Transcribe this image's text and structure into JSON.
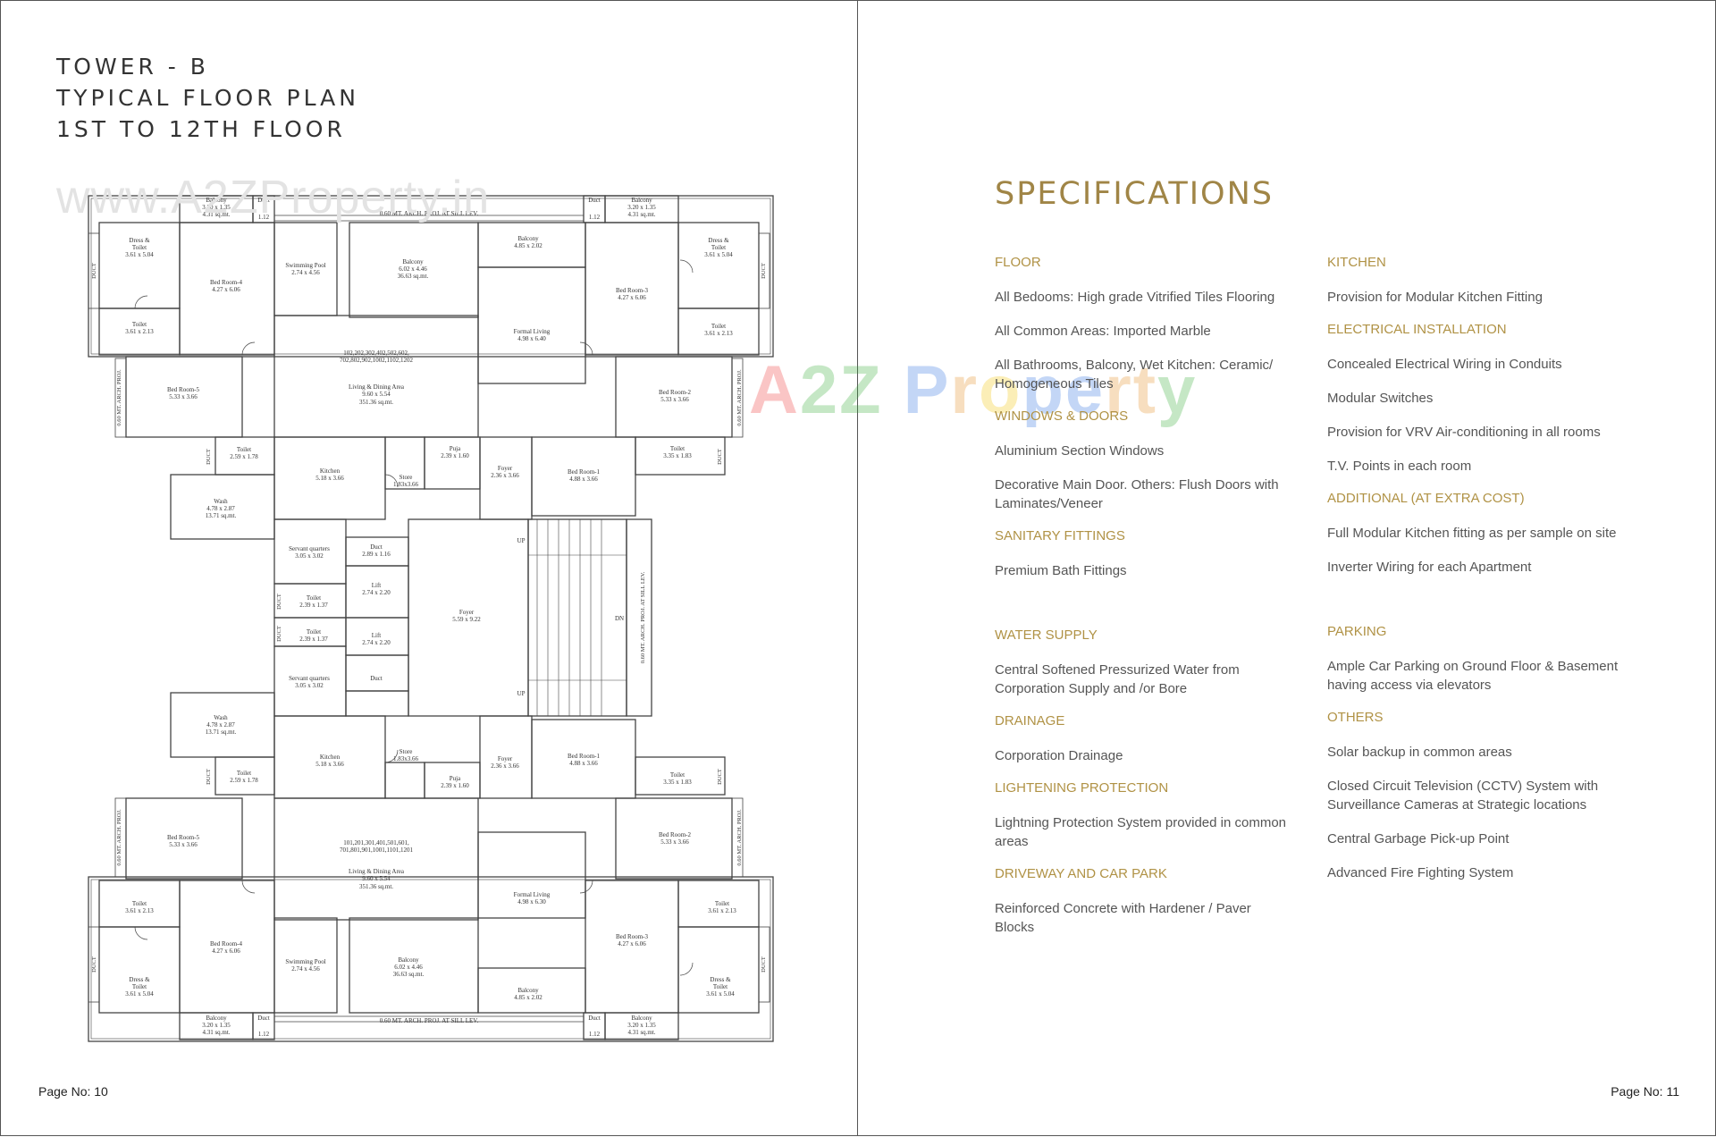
{
  "left_page": {
    "title_lines": [
      "TOWER - B",
      "TYPICAL FLOOR PLAN",
      "1ST TO 12TH FLOOR"
    ],
    "watermark": "www.A2ZProperty.in",
    "page_no": "Page No: 10",
    "plan": {
      "top_proj": "0.60 MT. ARCH. PROJ. AT SILL LEV.",
      "bottom_proj": "0.60 MT. ARCH. PROJ. AT SILL LEV.",
      "left_proj": "0.60 MT. ARCH. PROJ.",
      "right_proj": "0.60 MT. ARCH. PROJ.",
      "stair_proj": "0.60 MT. ARCH. PROJ. AT SILL LEV.",
      "flat_top_nos": "102,202,302,402,502,602,",
      "flat_top_nos2": "702,802,902,1002,1102,1202",
      "flat_bottom_nos": "101,201,301,401,501,601,",
      "flat_bottom_nos2": "701,801,901,1001,1101,1201",
      "living": "Living & Dining Area",
      "living_size": "9.60 x 5.54",
      "living_area": "351.36 sq.mt.",
      "balcony_top": "Balcony",
      "balcony_size": "3.20 x 1.35",
      "balcony_area": "4.31 sq.mt.",
      "balcony_big": "Balcony",
      "balcony_big_size": "6.02 x 4.46",
      "balcony_big_area": "36.63 sq.mt.",
      "balcony_mid": "Balcony",
      "balcony_mid_size": "4.85 x 2.02",
      "pool": "Swimming Pool",
      "pool_size": "2.74 x 4.56",
      "formal": "Formal Living",
      "formal_size": "4.98 x 6.40",
      "formal_size_b": "4.98 x 6.30",
      "dress": "Dress &",
      "dress2": "Toilet",
      "dress_size": "3.61 x 5.04",
      "bed4": "Bed Room-4",
      "bed4_size": "4.27 x 6.06",
      "bed3": "Bed Room-3",
      "bed3_size": "4.27 x 6.06",
      "toilet": "Toilet",
      "toilet_size": "3.61 x 2.13",
      "bed5": "Bed Room-5",
      "bed5_size": "5.33 x 3.66",
      "bed2": "Bed Room-2",
      "bed2_size": "5.33 x 3.66",
      "toilet_b": "Toilet",
      "toilet_b_size": "2.59 x 1.78",
      "toilet_c": "Toilet",
      "toilet_c_size": "3.35 x 1.83",
      "kitchen": "Kitchen",
      "kitchen_size": "5.18 x 3.66",
      "store": "Store",
      "store_size": "1.83x3.66",
      "puja": "Puja",
      "puja_size": "2.39 x 1.60",
      "foyer_small": "Foyer",
      "foyer_small_size": "2.36 x 3.66",
      "bed1": "Bed Room-1",
      "bed1_size": "4.88 x 3.66",
      "wash": "Wash",
      "wash_size": "4.78 x 2.87",
      "wash_area": "13.71 sq.mt.",
      "servant": "Servant quarters",
      "servant_size": "3.05 x 3.02",
      "duct": "Duct",
      "duct_size": "2.89 x 1.16",
      "lift": "Lift",
      "lift_size": "2.74 x 2.20",
      "toilet_s": "Toilet",
      "toilet_s_size": "2.39 x 1.37",
      "foyer_big": "Foyer",
      "foyer_big_size": "5.59 x 9.22",
      "up": "UP",
      "dn": "DN",
      "duct_small": "Duct",
      "duct_label": "DUCT",
      "duct_small_size": "1.12"
    }
  },
  "right_page": {
    "heading": "SPECIFICATIONS",
    "page_no": "Page No: 11",
    "logo": {
      "a": "A",
      "z": "2Z",
      "p": "P",
      "r": "r",
      "o": "o",
      "pe": "pe",
      "rt": "rt",
      "y": "y"
    },
    "left_column": [
      {
        "title": "FLOOR",
        "items": [
          "All Bedooms: High grade Vitrified Tiles Flooring",
          "All Common Areas: Imported Marble",
          "All Bathrooms, Balcony, Wet Kitchen: Ceramic/ Homogeneous Tiles"
        ]
      },
      {
        "title": "WINDOWS & DOORS",
        "items": [
          "Aluminium Section Windows",
          "Decorative Main Door. Others: Flush Doors with Laminates/Veneer"
        ]
      },
      {
        "title": "SANITARY FITTINGS",
        "items": [
          "Premium Bath Fittings"
        ]
      },
      {
        "title": "WATER SUPPLY",
        "items": [
          "Central Softened Pressurized Water from Corporation Supply and /or Bore"
        ]
      },
      {
        "title": "DRAINAGE",
        "items": [
          "Corporation Drainage"
        ]
      },
      {
        "title": "LIGHTENING PROTECTION",
        "items": [
          "Lightning Protection System provided in common areas"
        ]
      },
      {
        "title": "DRIVEWAY AND CAR PARK",
        "items": [
          "Reinforced Concrete with Hardener / Paver Blocks"
        ]
      }
    ],
    "right_column": [
      {
        "title": "KITCHEN",
        "items": [
          "Provision for Modular Kitchen Fitting"
        ]
      },
      {
        "title": "ELECTRICAL INSTALLATION",
        "items": [
          "Concealed Electrical Wiring in Conduits",
          "Modular Switches",
          "Provision for VRV Air-conditioning in all rooms",
          "T.V. Points in each room"
        ]
      },
      {
        "title": "ADDITIONAL (AT EXTRA COST)",
        "items": [
          "Full Modular Kitchen fitting as per sample on site",
          "Inverter Wiring for each Apartment"
        ]
      },
      {
        "title": "PARKING",
        "items": [
          "Ample Car Parking on Ground Floor & Basement having access via elevators"
        ]
      },
      {
        "title": "OTHERS",
        "items": [
          "Solar backup in common areas",
          "Closed Circuit Television (CCTV) System with Surveillance Cameras at Strategic locations",
          "Central Garbage Pick-up Point",
          "Advanced Fire Fighting System"
        ]
      }
    ],
    "accent_color": "#b09245"
  }
}
